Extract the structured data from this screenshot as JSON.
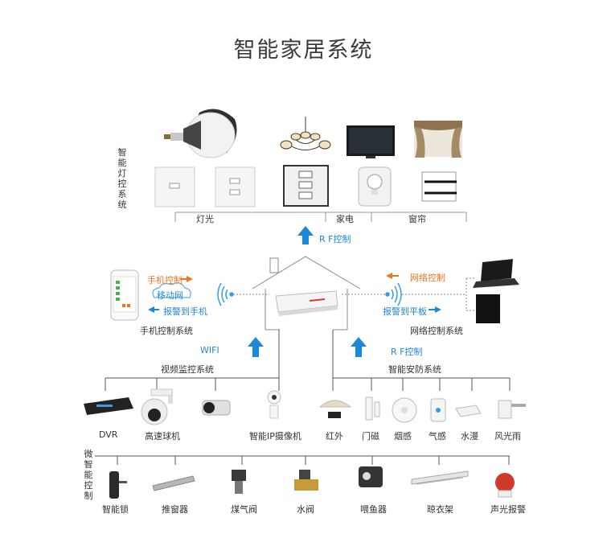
{
  "title": "智能家居系统",
  "lighting": {
    "vertical_label": "智能灯控系统",
    "groups": [
      "灯光",
      "家电",
      "窗帘"
    ],
    "rf_label": "R F控制"
  },
  "mobile": {
    "phone_arrow_out": "手机控制",
    "cloud": "移动网",
    "alarm": "报警到手机",
    "system": "手机控制系统"
  },
  "network": {
    "net_control": "网络控制",
    "alarm_tablet": "报警到平板",
    "system": "网络控制系统"
  },
  "wifi_label": "WIFI",
  "rf_bottom_label": "R F控制",
  "video": {
    "system": "视频监控系统",
    "devices": [
      "DVR",
      "高速球机",
      "智能IP摄像机"
    ]
  },
  "security": {
    "system": "智能安防系统",
    "devices": [
      "红外",
      "门磁",
      "烟感",
      "气感",
      "水漫",
      "风光雨"
    ]
  },
  "micro": {
    "vertical_label": "微智能控制",
    "devices": [
      "智能锁",
      "推窗器",
      "煤气阀",
      "水阀",
      "喂鱼器",
      "晾衣架",
      "声光报警"
    ]
  },
  "colors": {
    "blue_arrow": "#1e88d8",
    "orange_arrow": "#e8781e",
    "line": "#555555"
  }
}
